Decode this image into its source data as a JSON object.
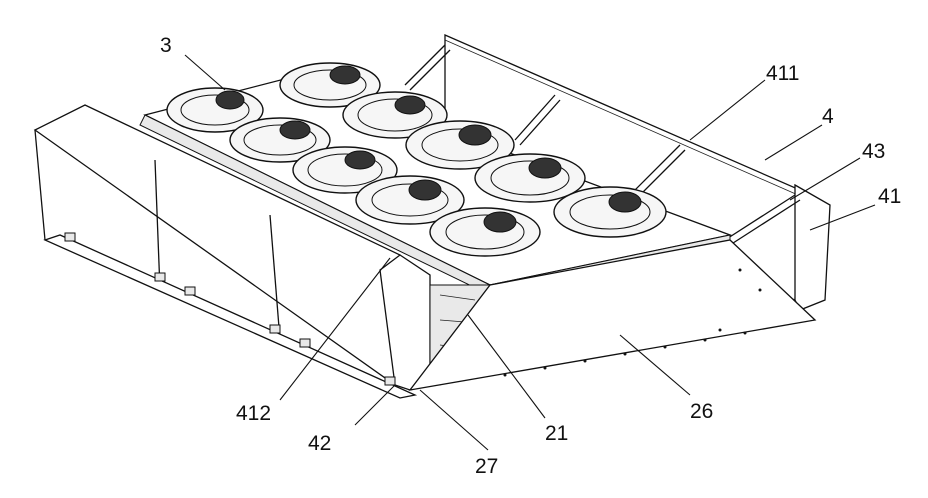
{
  "labels": {
    "l3": "3",
    "l411": "411",
    "l4": "4",
    "l43": "43",
    "l41": "41",
    "l412": "412",
    "l42": "42",
    "l21": "21",
    "l26": "26",
    "l27": "27"
  }
}
